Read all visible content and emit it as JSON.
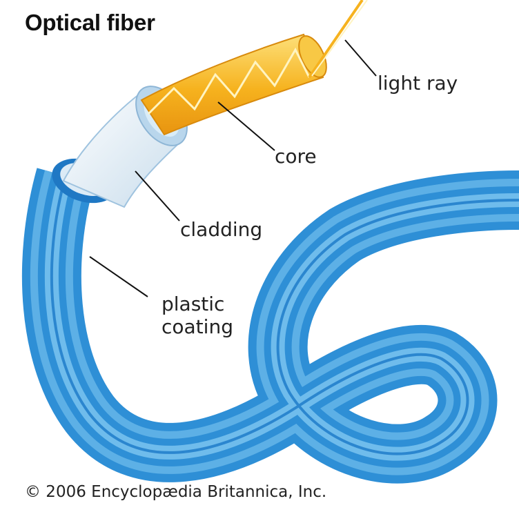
{
  "title": "Optical fiber",
  "labels": {
    "light_ray": "light ray",
    "core": "core",
    "cladding": "cladding",
    "plastic_coating_line1": "plastic",
    "plastic_coating_line2": "coating"
  },
  "copyright": "© 2006 Encyclopædia Britannica, Inc.",
  "colors": {
    "coating": "#2e8fd6",
    "coating_light": "#6fbcec",
    "cladding": "#dcebf6",
    "core": "#f6b21e",
    "core_light": "#fde07a",
    "light_ray": "#fff4c2"
  }
}
